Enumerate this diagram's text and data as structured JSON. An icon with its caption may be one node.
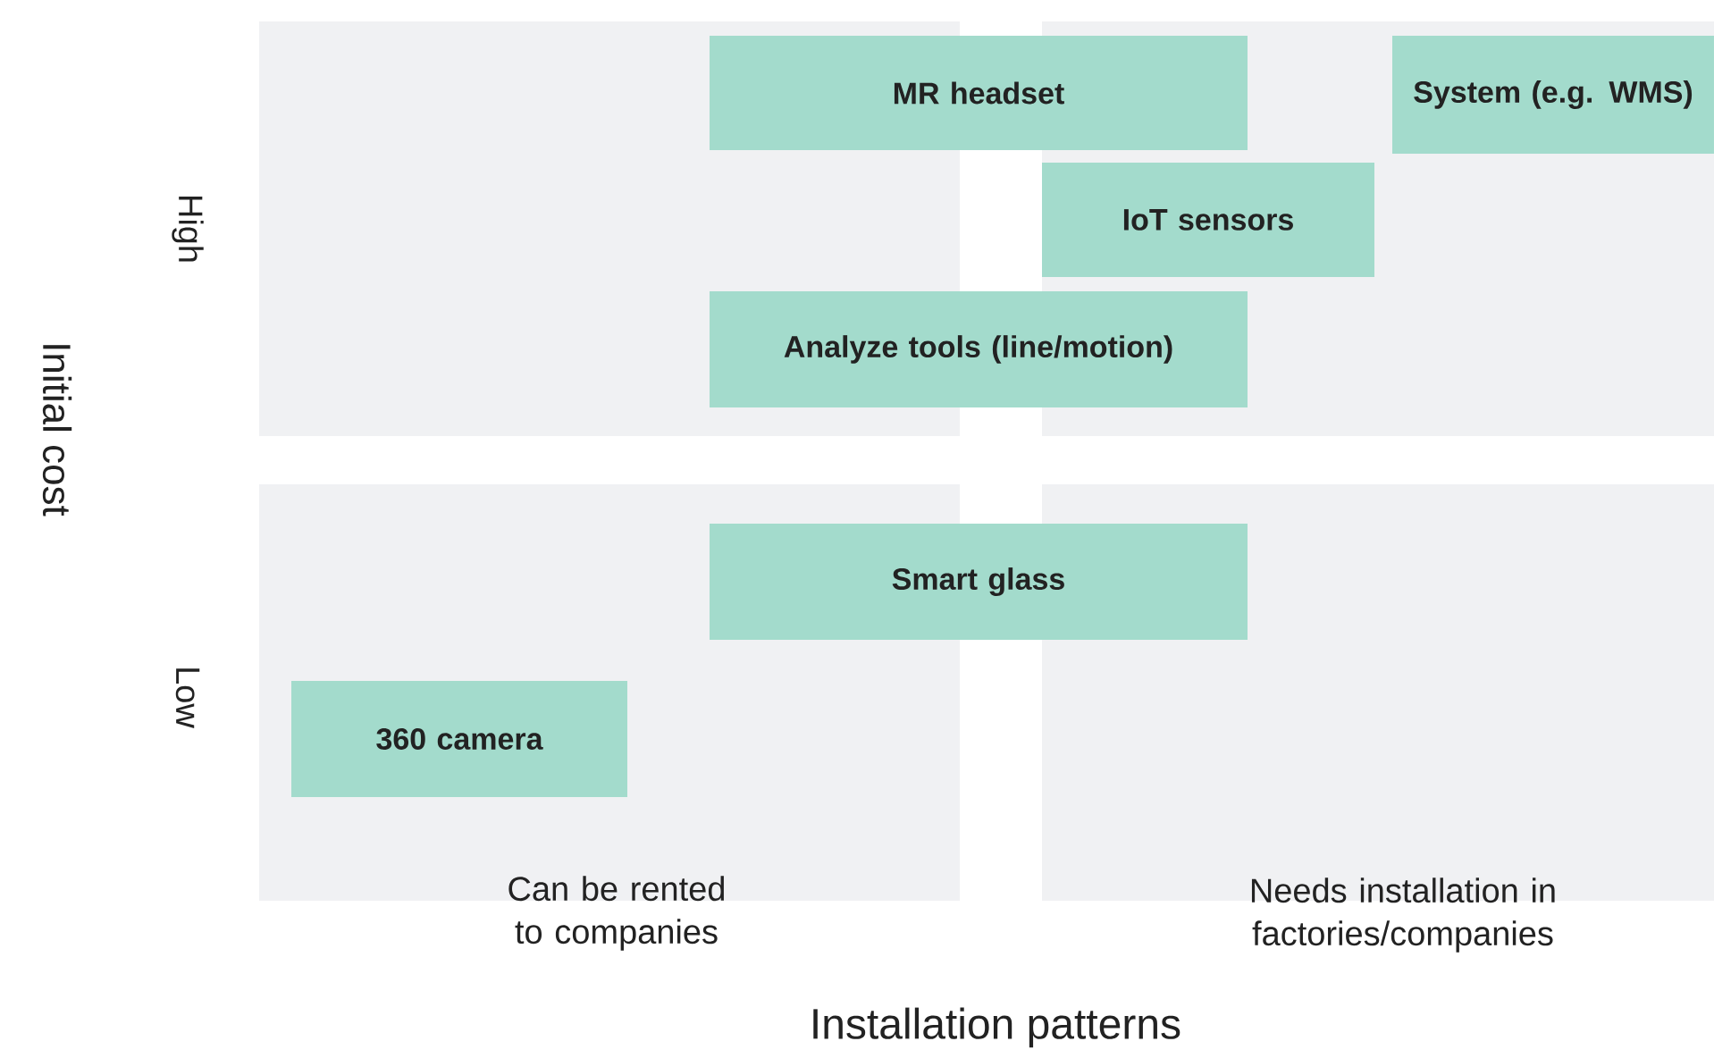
{
  "diagram": {
    "nodes": [
      {
        "text": [
          "MR headset"
        ]
      },
      {
        "text": [
          "System (e.g. WMS)"
        ]
      },
      {
        "text": [
          "IoT sensors"
        ]
      },
      {
        "text": [
          "Analyze tools (line/motion)"
        ]
      },
      {
        "text": [
          "Smart glass"
        ]
      },
      {
        "text": [
          "360 camera"
        ]
      }
    ],
    "labels": [
      "High",
      "Low",
      "Initial cost",
      "Can be rented to companies",
      "Needs installation in factories/companies",
      "Installation patterns"
    ]
  }
}
